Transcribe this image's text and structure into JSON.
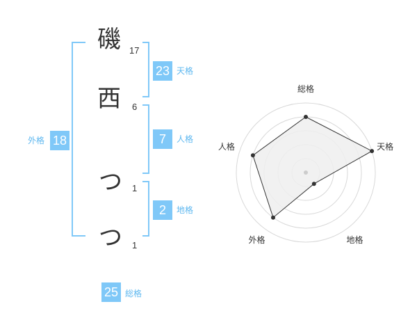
{
  "colors": {
    "accent": "#7fc8f8",
    "label": "#5fb8f0",
    "text": "#333333",
    "radar_fill": "#eeeeee",
    "ring": "#d8d8d8"
  },
  "name_chars": [
    {
      "char": "磯",
      "strokes": "17"
    },
    {
      "char": "西",
      "strokes": "6"
    },
    {
      "char": "つ",
      "strokes": "1"
    },
    {
      "char": "つ",
      "strokes": "1"
    }
  ],
  "kakusu": {
    "tenkaku": {
      "value": "23",
      "label": "天格"
    },
    "jinkaku": {
      "value": "7",
      "label": "人格"
    },
    "chikaku": {
      "value": "2",
      "label": "地格"
    },
    "gaikaku": {
      "value": "18",
      "label": "外格"
    },
    "soukaku": {
      "value": "25",
      "label": "総格"
    }
  },
  "chart_data": {
    "type": "radar",
    "axes": [
      "総格",
      "天格",
      "地格",
      "外格",
      "人格"
    ],
    "values": [
      4,
      5,
      1,
      4,
      4
    ],
    "max": 5,
    "rings": 5
  }
}
